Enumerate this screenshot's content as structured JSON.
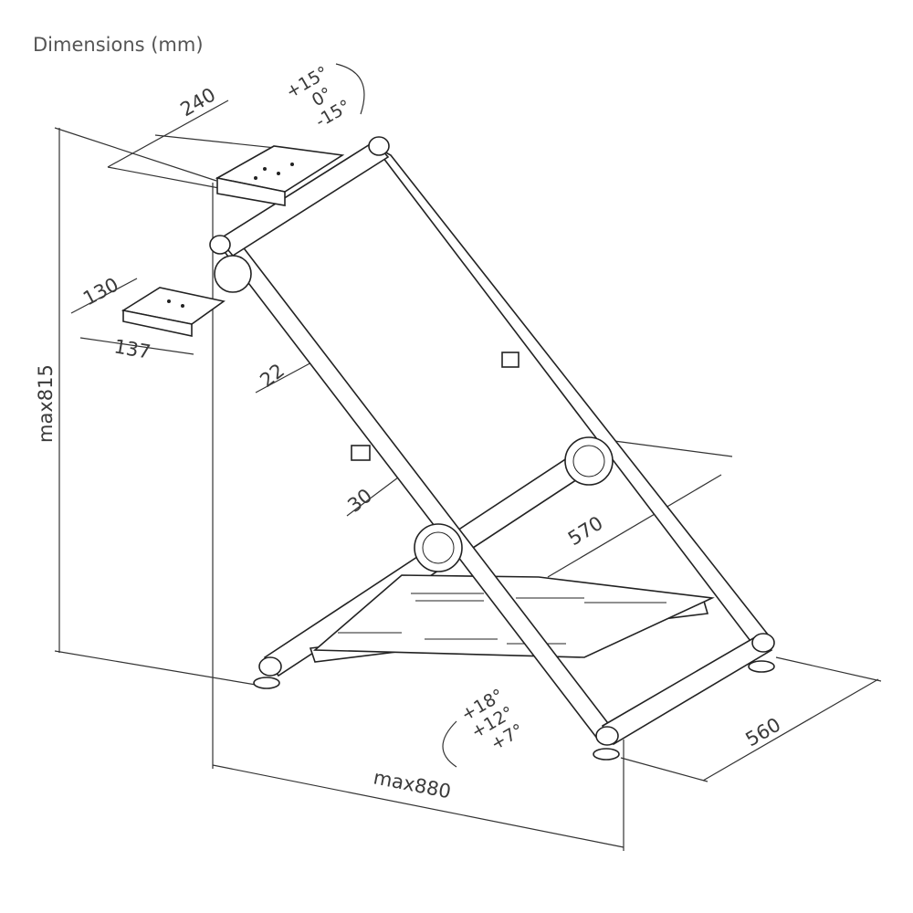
{
  "title": "Dimensions (mm)",
  "dimensions": {
    "height": "max815",
    "length": "max880",
    "width": "560",
    "inner_width": "570",
    "wheel_plate_width": "240",
    "shifter_plate_width": "130",
    "shifter_plate_length": "137",
    "tube_small": "22",
    "tube_large": "30"
  },
  "angles": {
    "wheel_plate": [
      "+15°",
      "0°",
      "-15°"
    ],
    "pedal_plate": [
      "+18°",
      "+12°",
      "+7°"
    ]
  },
  "colors": {
    "line": "#222222",
    "text": "#3a3a3a"
  }
}
